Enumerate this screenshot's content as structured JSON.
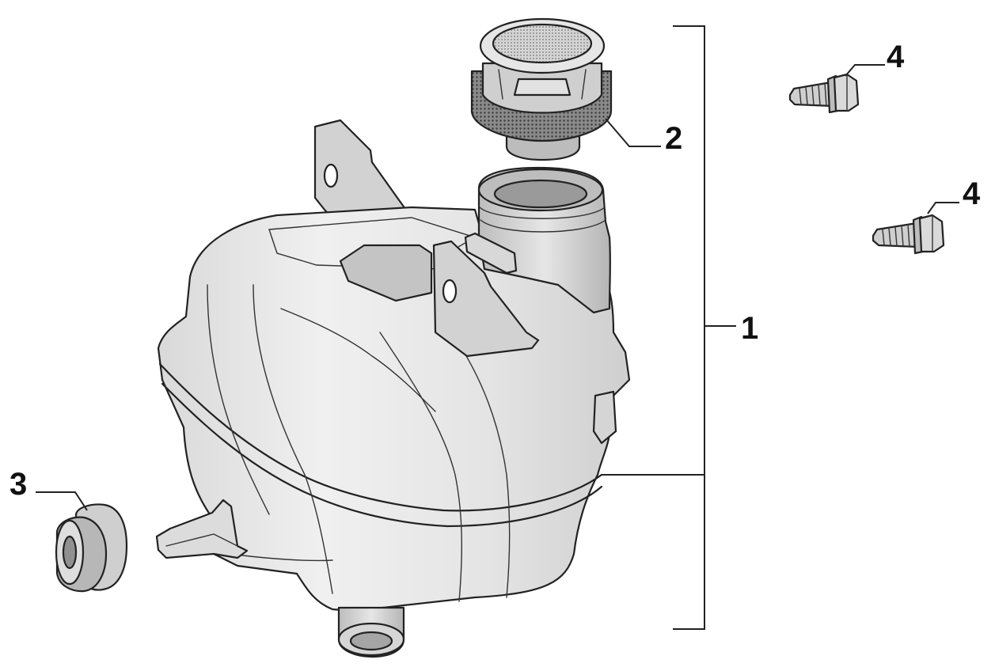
{
  "callouts": {
    "tank": "1",
    "cap": "2",
    "grommet": "3",
    "bolt_upper": "4",
    "bolt_lower": "4"
  },
  "colors": {
    "part_fill": "#e8e8e8",
    "part_shade": "#c9c9c9",
    "outline": "#222222"
  }
}
